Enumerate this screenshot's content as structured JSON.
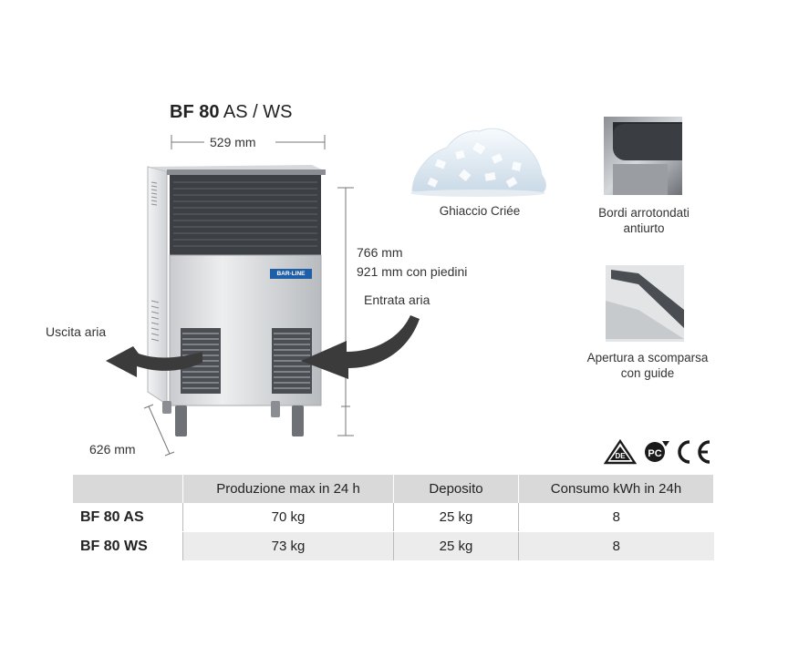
{
  "title": {
    "model_bold": "BF 80",
    "model_rest": " AS / WS"
  },
  "dimensions": {
    "width": "529 mm",
    "height_line1": "766 mm",
    "height_line2": "921 mm con piedini",
    "depth": "626 mm"
  },
  "airflow": {
    "outlet": "Uscita aria",
    "inlet": "Entrata aria"
  },
  "brand_badge": "BAR-LINE",
  "features": {
    "ice": "Ghiaccio Criée",
    "edges_line1": "Bordi arrotondati",
    "edges_line2": "antiurto",
    "opening_line1": "Apertura a scomparsa",
    "opening_line2": "con guide"
  },
  "certifications": [
    "vde-mark-icon",
    "gost-mark-icon",
    "ce-mark-icon"
  ],
  "table": {
    "headers": [
      "",
      "Produzione max in 24 h",
      "Deposito",
      "Consumo kWh in 24h"
    ],
    "rows": [
      {
        "model": "BF 80 AS",
        "production": "70 kg",
        "storage": "25 kg",
        "consumption": "8"
      },
      {
        "model": "BF 80 WS",
        "production": "73 kg",
        "storage": "25 kg",
        "consumption": "8"
      }
    ]
  }
}
